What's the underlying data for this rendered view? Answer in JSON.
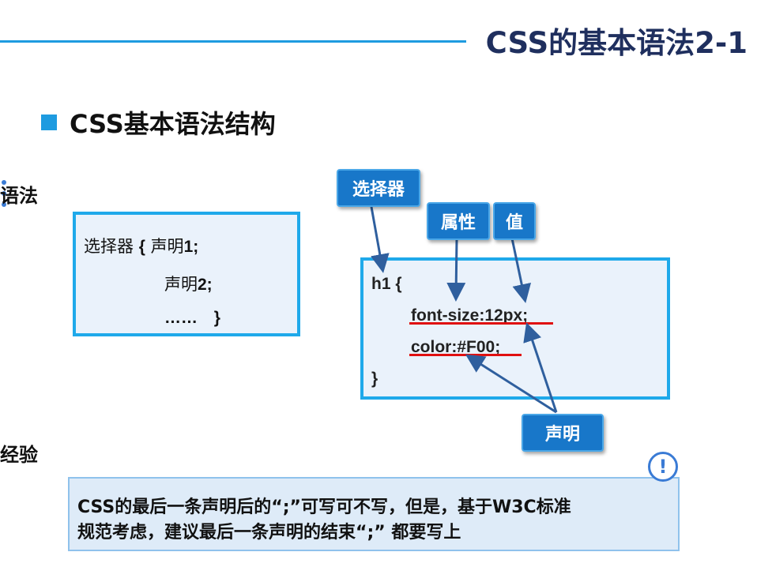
{
  "slide": {
    "title": "CSS的基本语法2-1",
    "section_heading": "CSS基本语法结构"
  },
  "labels": {
    "syntax": "语法",
    "experience": "经验"
  },
  "syntax_box": {
    "selector": "选择器",
    "open_brace": "{",
    "decl1_text": "声明",
    "decl1_num": "1;",
    "decl2_text": "声明",
    "decl2_num": "2;",
    "ellipsis": "……",
    "close_brace": "}"
  },
  "code_box": {
    "line1": "h1 {",
    "line2": "font-size:12px;",
    "line3": "color:#F00;",
    "line4": "}"
  },
  "callouts": {
    "selector": "选择器",
    "property": "属性",
    "value": "值",
    "declaration": "声明"
  },
  "note": {
    "icon": "!",
    "line1": "CSS的最后一条声明后的“;”可写可不写，但是，基于W3C标准",
    "line2": "规范考虑，建议最后一条声明的结束“;” 都要写上"
  },
  "colors": {
    "accent": "#1e9be0",
    "title": "#1f2f5e",
    "callout": "#1877c9",
    "arrow": "#2f5f9e",
    "underline": "#e01010"
  }
}
